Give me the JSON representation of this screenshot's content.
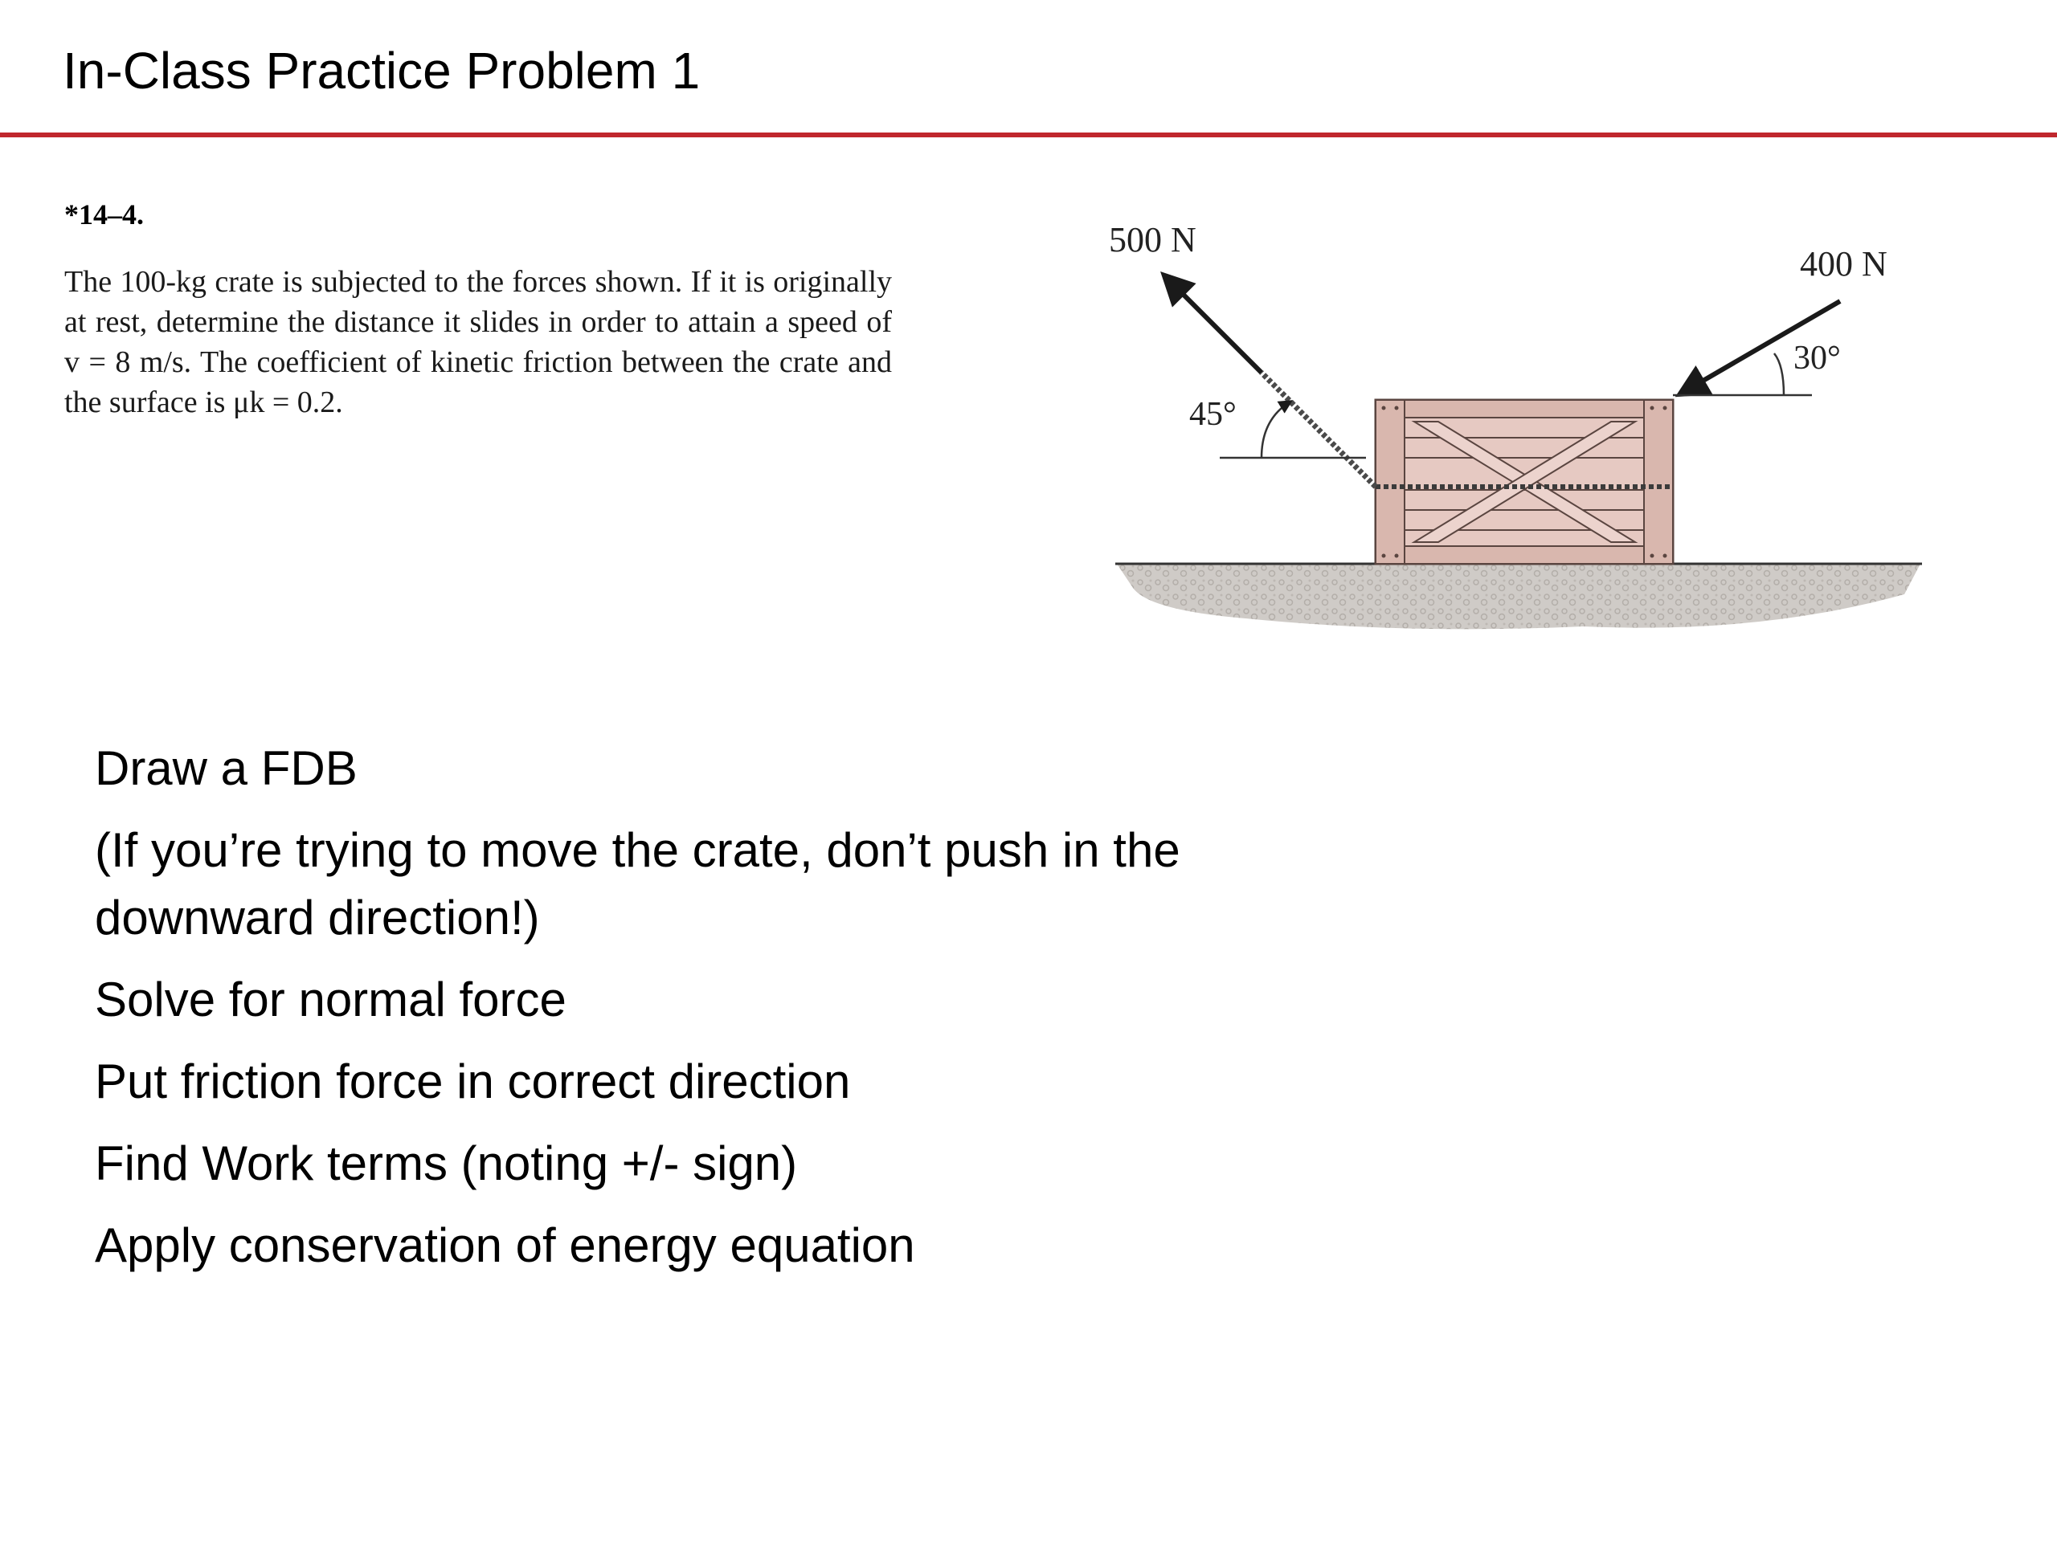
{
  "slide": {
    "title": "In-Class Practice Problem 1"
  },
  "problem": {
    "number": "*14–4.",
    "statement": "The 100-kg crate is subjected to the forces shown. If it is originally at rest, determine the distance it slides in order to attain a speed of v = 8 m/s. The coefficient of kinetic friction between the crate and the surface is μk = 0.2."
  },
  "figure": {
    "force_left_label": "500 N",
    "force_right_label": "400 N",
    "angle_left_label": "45°",
    "angle_right_label": "30°",
    "colors": {
      "crate_fill": "#e6c9c2",
      "crate_stroke": "#5a4540",
      "ground": "#c9c6c2",
      "arrow": "#1a1a1a"
    }
  },
  "steps": [
    "Draw a FDB",
    "(If you’re trying to move the crate, don’t push in the downward direction!)",
    "Solve for normal force",
    "Put friction force in correct direction",
    "Find Work terms (noting +/- sign)",
    "Apply conservation of energy equation"
  ],
  "theme": {
    "accent_rule": "#c0272d"
  }
}
